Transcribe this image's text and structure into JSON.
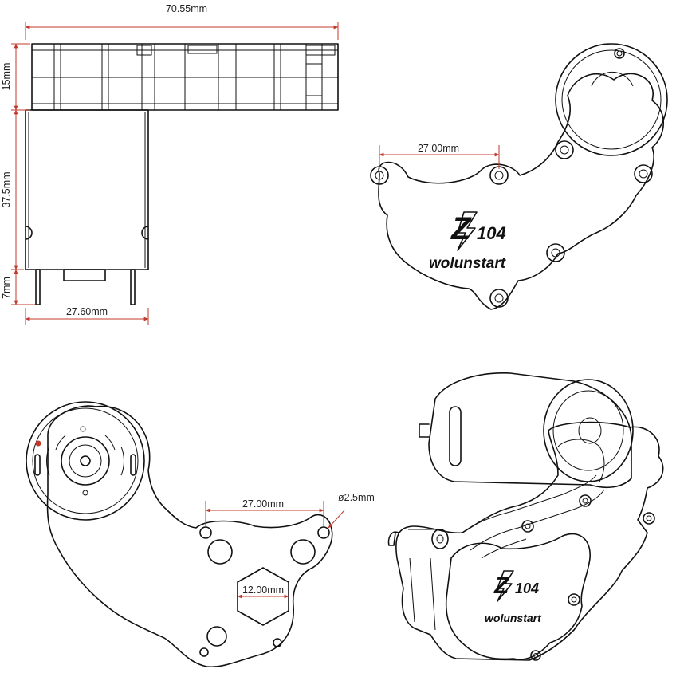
{
  "colors": {
    "line": "#111111",
    "dimension": "#c0392b",
    "background": "#ffffff"
  },
  "dimensions": {
    "overall_width": "70.55mm",
    "gearbox_height": "15mm",
    "motor_length": "37.5mm",
    "terminal_length": "7mm",
    "motor_diameter": "27.60mm",
    "front_hole_spacing": "27.00mm",
    "rear_hole_spacing": "27.00mm",
    "hole_diameter": "ø2.5mm",
    "hex_size": "12.00mm"
  },
  "logo": {
    "mark": "Z",
    "model": "104",
    "brand": "wolunstart"
  },
  "icons": {
    "lightning": "lightning-bolt-icon"
  }
}
